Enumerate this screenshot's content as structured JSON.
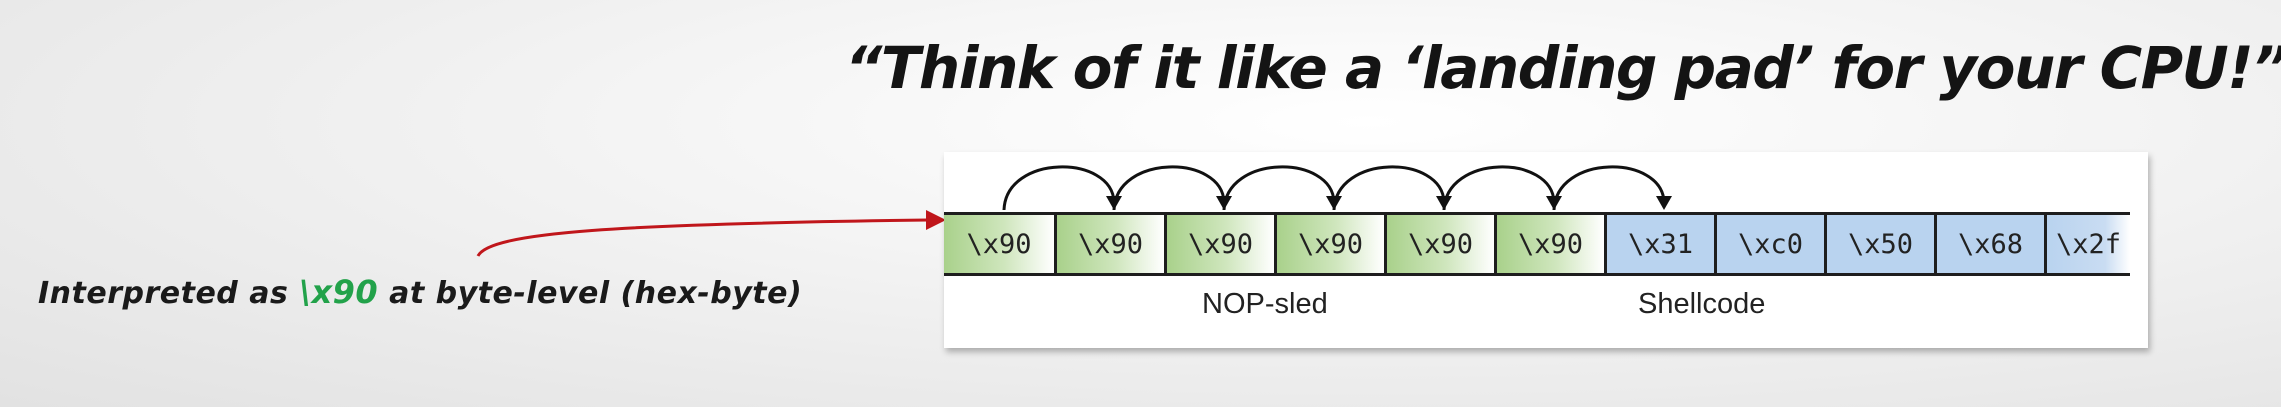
{
  "quote": "“Think of it like a ‘landing pad’ for your CPU!”",
  "caption": {
    "before": "Interpreted as ",
    "hex": "\\x90",
    "after": " at byte-level (hex-byte)"
  },
  "diagram": {
    "nop_bytes": [
      "\\x90",
      "\\x90",
      "\\x90",
      "\\x90",
      "\\x90",
      "\\x90"
    ],
    "shellcode_bytes": [
      "\\x31",
      "\\xc0",
      "\\x50",
      "\\x68",
      "\\x2f"
    ],
    "nop_label": "NOP-sled",
    "shellcode_label": "Shellcode",
    "jumps": 6
  },
  "colors": {
    "nop": "#a9d18b",
    "shellcode": "#b9d3ef",
    "pointer_arrow": "#c0161b",
    "caption_hex": "#22a24a"
  }
}
